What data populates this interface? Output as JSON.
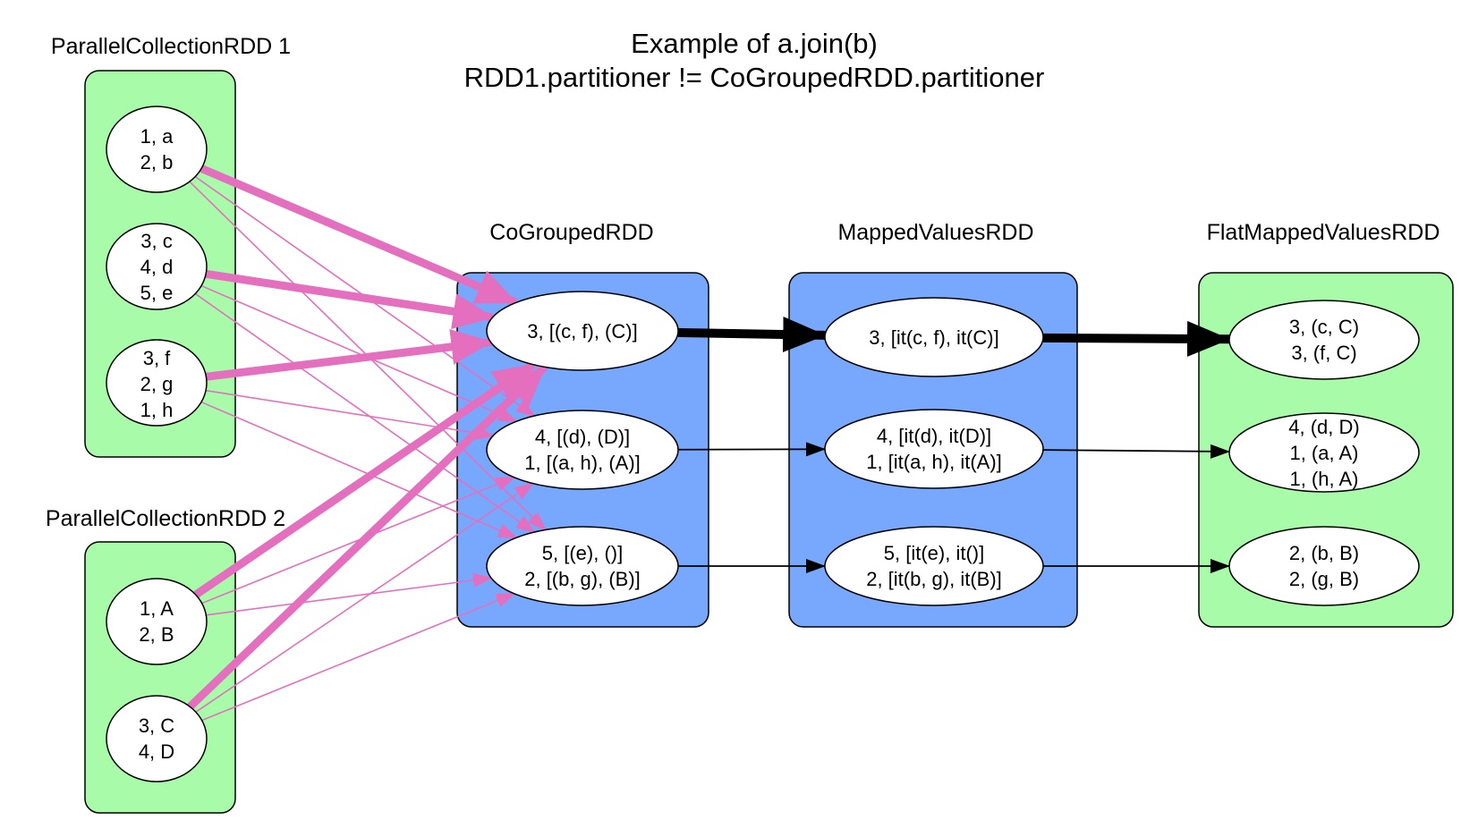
{
  "title": [
    "Example of a.join(b)",
    "RDD1.partitioner != CoGroupedRDD.partitioner"
  ],
  "colors": {
    "green_group": "#a8fba8",
    "blue_group": "#77a8fd",
    "shuffle_edge": "#e46fbe",
    "narrow_edge": "#000000"
  },
  "groups": [
    {
      "id": "pc1",
      "label": "ParallelCollectionRDD 1",
      "fill": "green_group",
      "nodes": [
        {
          "id": "pc1_0",
          "lines": [
            "1, a",
            "2, b"
          ]
        },
        {
          "id": "pc1_1",
          "lines": [
            "3, c",
            "4, d",
            "5, e"
          ]
        },
        {
          "id": "pc1_2",
          "lines": [
            "3, f",
            "2, g",
            "1, h"
          ]
        }
      ]
    },
    {
      "id": "pc2",
      "label": "ParallelCollectionRDD 2",
      "fill": "green_group",
      "nodes": [
        {
          "id": "pc2_0",
          "lines": [
            "1, A",
            "2, B"
          ]
        },
        {
          "id": "pc2_1",
          "lines": [
            "3, C",
            "4, D"
          ]
        }
      ]
    },
    {
      "id": "cg",
      "label": "CoGroupedRDD",
      "fill": "blue_group",
      "nodes": [
        {
          "id": "cg_0",
          "lines": [
            "3, [(c, f), (C)]"
          ]
        },
        {
          "id": "cg_1",
          "lines": [
            "4, [(d), (D)]",
            "1, [(a, h), (A)]"
          ]
        },
        {
          "id": "cg_2",
          "lines": [
            "5, [(e), ()]",
            "2, [(b, g), (B)]"
          ]
        }
      ]
    },
    {
      "id": "mv",
      "label": "MappedValuesRDD",
      "fill": "blue_group",
      "nodes": [
        {
          "id": "mv_0",
          "lines": [
            "3, [it(c, f), it(C)]"
          ]
        },
        {
          "id": "mv_1",
          "lines": [
            "4, [it(d), it(D)]",
            "1, [it(a, h), it(A)]"
          ]
        },
        {
          "id": "mv_2",
          "lines": [
            "5, [it(e), it()]",
            "2, [it(b, g), it(B)]"
          ]
        }
      ]
    },
    {
      "id": "fmv",
      "label": "FlatMappedValuesRDD",
      "fill": "green_group",
      "nodes": [
        {
          "id": "fmv_0",
          "lines": [
            "3, (c, C)",
            "3, (f, C)"
          ]
        },
        {
          "id": "fmv_1",
          "lines": [
            "4, (d, D)",
            "1, (a, A)",
            "1, (h, A)"
          ]
        },
        {
          "id": "fmv_2",
          "lines": [
            "2, (b, B)",
            "2, (g, B)"
          ]
        }
      ]
    }
  ],
  "edges": [
    {
      "from": "pc1_0",
      "to": "cg_0",
      "kind": "shuffle",
      "weight": "thick"
    },
    {
      "from": "pc1_1",
      "to": "cg_0",
      "kind": "shuffle",
      "weight": "thick"
    },
    {
      "from": "pc1_2",
      "to": "cg_0",
      "kind": "shuffle",
      "weight": "thick"
    },
    {
      "from": "pc2_0",
      "to": "cg_0",
      "kind": "shuffle",
      "weight": "thick"
    },
    {
      "from": "pc2_1",
      "to": "cg_0",
      "kind": "shuffle",
      "weight": "thick"
    },
    {
      "from": "pc1_0",
      "to": "cg_1",
      "kind": "shuffle",
      "weight": "thin"
    },
    {
      "from": "pc1_0",
      "to": "cg_2",
      "kind": "shuffle",
      "weight": "thin"
    },
    {
      "from": "pc1_1",
      "to": "cg_1",
      "kind": "shuffle",
      "weight": "thin"
    },
    {
      "from": "pc1_1",
      "to": "cg_2",
      "kind": "shuffle",
      "weight": "thin"
    },
    {
      "from": "pc1_2",
      "to": "cg_1",
      "kind": "shuffle",
      "weight": "thin"
    },
    {
      "from": "pc1_2",
      "to": "cg_2",
      "kind": "shuffle",
      "weight": "thin"
    },
    {
      "from": "pc2_0",
      "to": "cg_1",
      "kind": "shuffle",
      "weight": "thin"
    },
    {
      "from": "pc2_0",
      "to": "cg_2",
      "kind": "shuffle",
      "weight": "thin"
    },
    {
      "from": "pc2_1",
      "to": "cg_1",
      "kind": "shuffle",
      "weight": "thin"
    },
    {
      "from": "pc2_1",
      "to": "cg_2",
      "kind": "shuffle",
      "weight": "thin"
    },
    {
      "from": "cg_0",
      "to": "mv_0",
      "kind": "narrow",
      "weight": "thick"
    },
    {
      "from": "cg_1",
      "to": "mv_1",
      "kind": "narrow",
      "weight": "thin"
    },
    {
      "from": "cg_2",
      "to": "mv_2",
      "kind": "narrow",
      "weight": "thin"
    },
    {
      "from": "mv_0",
      "to": "fmv_0",
      "kind": "narrow",
      "weight": "thick"
    },
    {
      "from": "mv_1",
      "to": "fmv_1",
      "kind": "narrow",
      "weight": "thin"
    },
    {
      "from": "mv_2",
      "to": "fmv_2",
      "kind": "narrow",
      "weight": "thin"
    }
  ]
}
